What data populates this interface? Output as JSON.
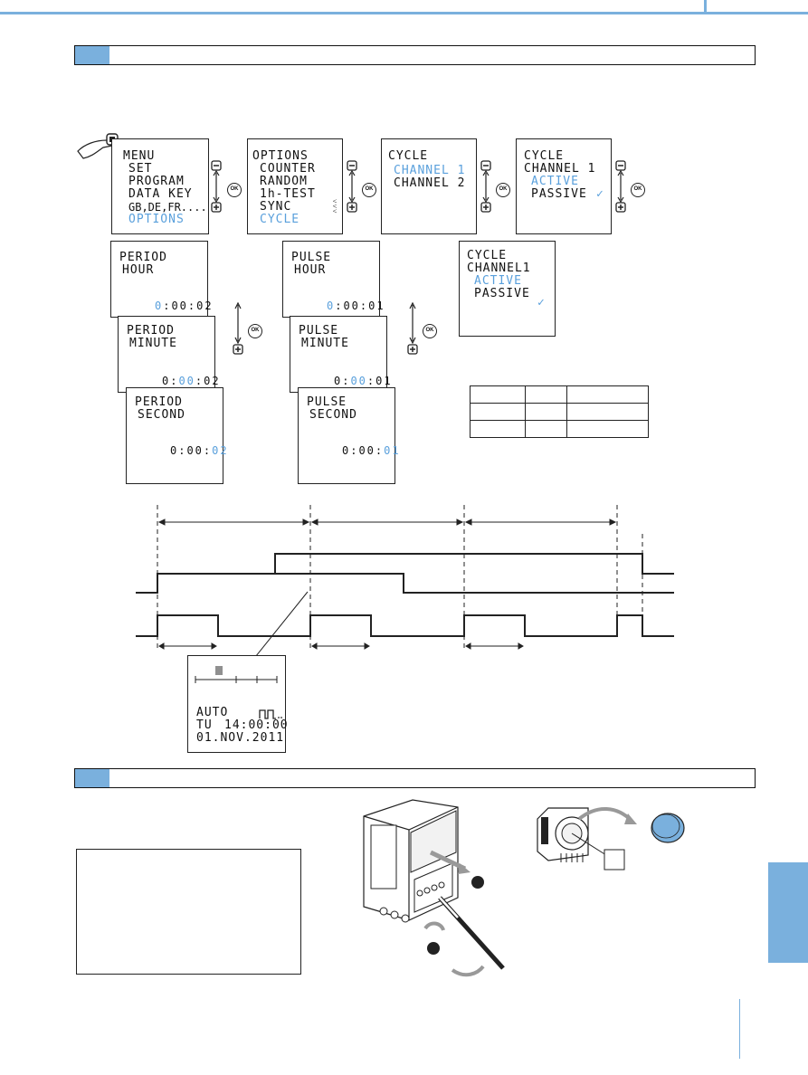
{
  "screens": {
    "menu": {
      "title": "MENU",
      "items": [
        "SET",
        "PROGRAM",
        "DATA KEY",
        "GB,DE,FR....",
        "OPTIONS"
      ]
    },
    "options": {
      "title": "OPTIONS",
      "items": [
        "COUNTER",
        "RANDOM",
        "1h-TEST",
        "SYNC",
        "CYCLE"
      ]
    },
    "cycle_select": {
      "title": "CYCLE",
      "items": [
        "CHANNEL 1",
        "CHANNEL 2"
      ]
    },
    "cycle_mode": {
      "title": "CYCLE",
      "channel": "CHANNEL 1",
      "items": [
        "ACTIVE",
        "PASSIVE"
      ]
    },
    "cycle_confirm": {
      "title": "CYCLE",
      "channel": "CHANNEL1",
      "items": [
        "ACTIVE",
        "PASSIVE"
      ]
    },
    "period_hour": {
      "line1": "PERIOD",
      "line2": "HOUR",
      "sel": "0",
      "rest": ":00:02"
    },
    "period_minute": {
      "line1": "PERIOD",
      "line2": "MINUTE",
      "pre": "0:",
      "sel": "00",
      "post": ":02"
    },
    "period_second": {
      "line1": "PERIOD",
      "line2": "SECOND",
      "pre": "0:00:",
      "sel": "02"
    },
    "pulse_hour": {
      "line1": "PULSE",
      "line2": "HOUR",
      "sel": "0",
      "rest": ":00:01"
    },
    "pulse_minute": {
      "line1": "PULSE",
      "line2": "MINUTE",
      "pre": "0:",
      "sel": "00",
      "post": ":01"
    },
    "pulse_second": {
      "line1": "PULSE",
      "line2": "SECOND",
      "pre": "0:00:",
      "sel": "01"
    },
    "status": {
      "mode": "AUTO",
      "day": "TU",
      "time": "14:00:00",
      "date": "01.NOV.2011"
    }
  },
  "ok_label": "OK",
  "checkmark": "✓",
  "sync_marks": "˅˅˅",
  "colors": {
    "accent": "#7ab0dd",
    "highlight": "#5aa0dc"
  }
}
